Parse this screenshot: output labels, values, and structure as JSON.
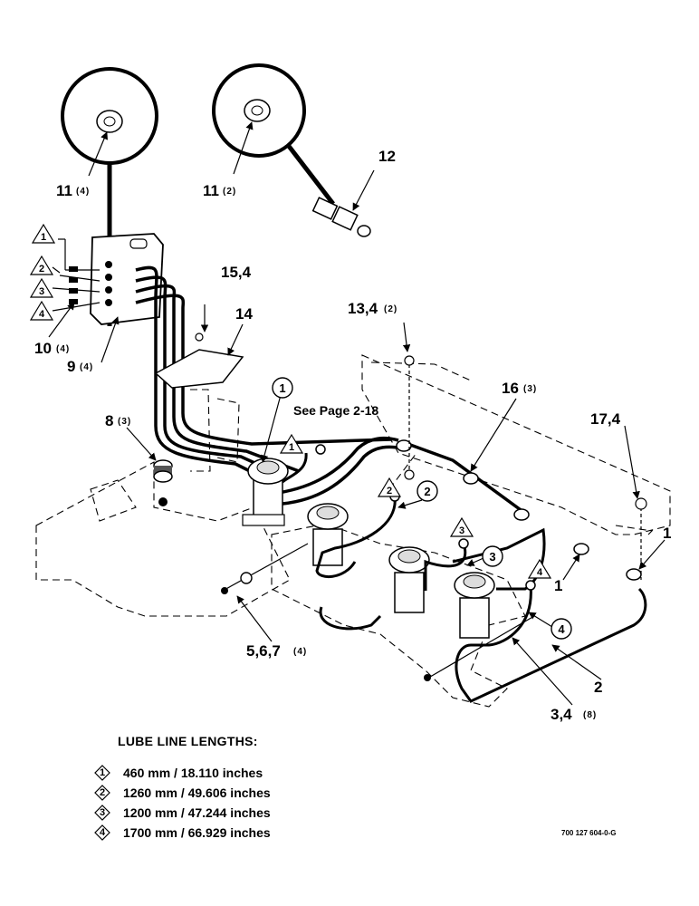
{
  "callouts": {
    "c11a": "11",
    "c11a_qty": "(4)",
    "c11b": "11",
    "c11b_qty": "(2)",
    "c12": "12",
    "c15": "15,4",
    "c14": "14",
    "c13": "13,4",
    "c13_qty": "(2)",
    "c10": "10",
    "c10_qty": "(4)",
    "c9": "9",
    "c9_qty": "(4)",
    "c8": "8",
    "c8_qty": "(3)",
    "c16": "16",
    "c16_qty": "(3)",
    "c17": "17,4",
    "c1a": "1",
    "c1b": "1",
    "c5": "5,6,7",
    "c5_qty": "(4)",
    "c2": "2",
    "c3": "3,4",
    "c3_qty": "(8)"
  },
  "note_see_page": "See Page 2-18",
  "markers": {
    "tri_1": "1",
    "tri_2": "2",
    "tri_3": "3",
    "tri_4": "4",
    "circ_1": "1",
    "circ_2": "2",
    "circ_3": "3",
    "circ_4": "4",
    "fit_tri_1": "1",
    "fit_tri_2": "2",
    "fit_tri_3": "3",
    "fit_tri_4": "4"
  },
  "legend": {
    "title": "LUBE LINE LENGTHS:",
    "rows": [
      {
        "num": "1",
        "text": "460 mm / 18.110 inches"
      },
      {
        "num": "2",
        "text": "1260 mm / 49.606 inches"
      },
      {
        "num": "3",
        "text": "1200 mm / 47.244 inches"
      },
      {
        "num": "4",
        "text": "1700 mm / 66.929 inches"
      }
    ]
  },
  "doc_number": "700 127 604-0-G"
}
